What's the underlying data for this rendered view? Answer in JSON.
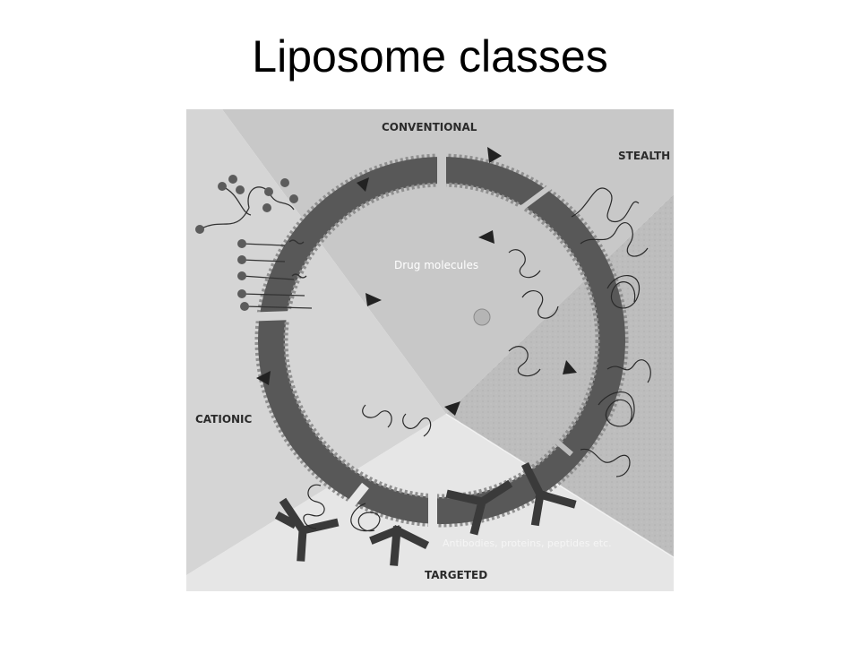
{
  "slide": {
    "title": "Liposome classes"
  },
  "diagram": {
    "labels": {
      "conventional": "CONVENTIONAL",
      "stealth": "STEALTH",
      "cationic": "CATIONIC",
      "targeted": "TARGETED",
      "drug_molecules": "Drug molecules",
      "ligands": "Antibodies, proteins, peptides etc."
    }
  }
}
